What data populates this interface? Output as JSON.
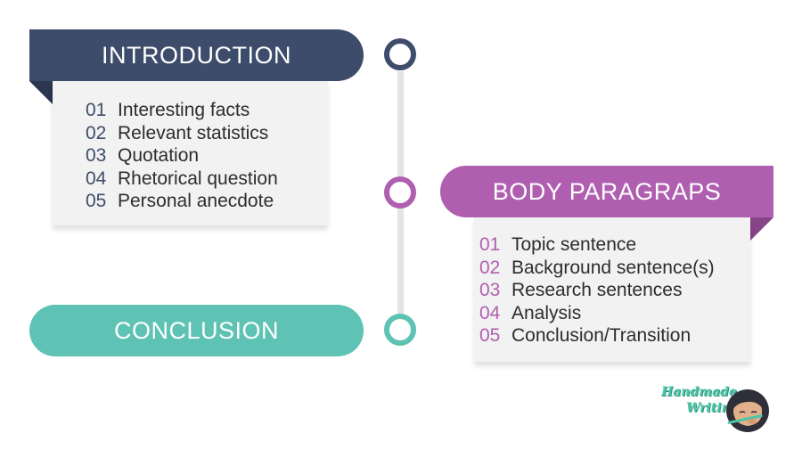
{
  "sections": {
    "introduction": {
      "title": "INTRODUCTION",
      "items": [
        {
          "num": "01",
          "text": "Interesting facts"
        },
        {
          "num": "02",
          "text": "Relevant statistics"
        },
        {
          "num": "03",
          "text": "Quotation"
        },
        {
          "num": "04",
          "text": "Rhetorical question"
        },
        {
          "num": "05",
          "text": "Personal anecdote"
        }
      ]
    },
    "body": {
      "title": "BODY PARAGRAPS",
      "items": [
        {
          "num": "01",
          "text": "Topic sentence"
        },
        {
          "num": "02",
          "text": "Background sentence(s)"
        },
        {
          "num": "03",
          "text": "Research sentences"
        },
        {
          "num": "04",
          "text": "Analysis"
        },
        {
          "num": "05",
          "text": "Conclusion/Transition"
        }
      ]
    },
    "conclusion": {
      "title": "CONCLUSION"
    }
  },
  "logo": {
    "line1": "Handmade",
    "line2": "Writing"
  },
  "colors": {
    "introduction": "#3e4c6b",
    "body": "#b05fb0",
    "conclusion": "#5ec3b4",
    "logo": "#4cc6a6"
  }
}
